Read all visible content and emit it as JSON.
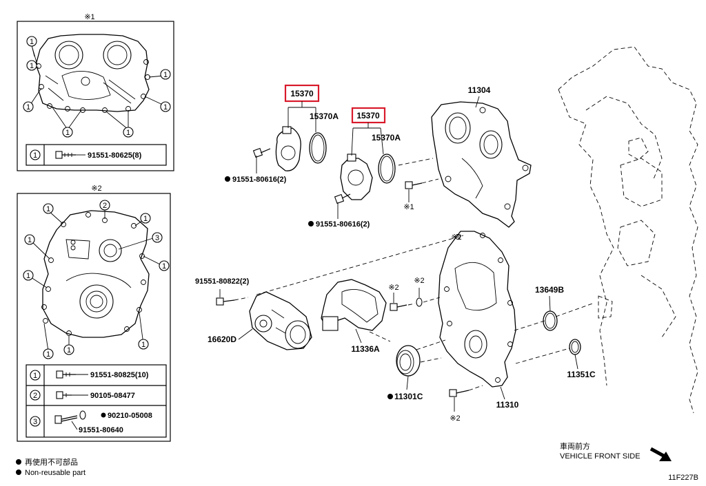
{
  "detail1": {
    "mark": "※1",
    "legend": [
      {
        "key": "1",
        "part": "91551-80625(8)"
      }
    ]
  },
  "detail2": {
    "mark": "※2",
    "legend": [
      {
        "key": "1",
        "part": "91551-80825(10)"
      },
      {
        "key": "2",
        "part": "90105-08477"
      },
      {
        "key": "3",
        "part": "91551-80640",
        "washer": "90210-05008"
      }
    ]
  },
  "callout_keys": {
    "one": "1",
    "two": "2",
    "three": "3"
  },
  "parts": {
    "cover_1": "15370",
    "oring_1": "15370A",
    "bolt_1": "91551-80616(2)",
    "cover_2": "15370",
    "oring_2": "15370A",
    "bolt_2": "91551-80616(2)",
    "timing_cover": "11304",
    "tensioner_bolt": "91551-80822(2)",
    "tensioner": "16620D",
    "slipper": "11336A",
    "seal": "11301C",
    "case": "11310",
    "oring_3": "13649B",
    "oring_4": "11351C"
  },
  "refs": {
    "r1": "※1",
    "r2a": "※2",
    "r2b": "※2",
    "r2c": "※2"
  },
  "notes": {
    "nonreusable_jp": "再使用不可部品",
    "nonreusable_en": "Non-reusable part",
    "front_jp": "車両前方",
    "front_en": "VEHICLE FRONT SIDE",
    "figure_id": "11F227B"
  },
  "colors": {
    "highlight": "#d8192a",
    "line": "#000000",
    "background": "#ffffff"
  }
}
